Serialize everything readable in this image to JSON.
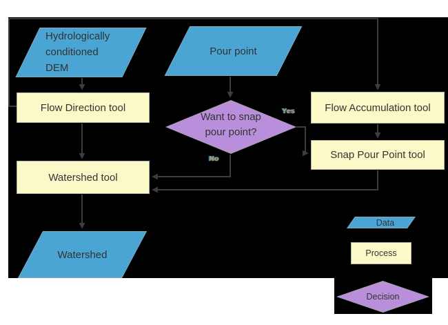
{
  "nodes": {
    "dem": {
      "type": "data",
      "lines": [
        "Hydrologically",
        "conditioned",
        "DEM"
      ]
    },
    "pour_point": {
      "type": "data",
      "label": "Pour point"
    },
    "flow_direction": {
      "type": "process",
      "label": "Flow Direction tool"
    },
    "flow_accumulation": {
      "type": "process",
      "label": "Flow Accumulation tool"
    },
    "snap_pour_point": {
      "type": "process",
      "label": "Snap Pour Point tool"
    },
    "decision_snap": {
      "type": "decision",
      "lines": [
        "Want to snap",
        "pour point?"
      ]
    },
    "watershed_tool": {
      "type": "process",
      "label": "Watershed tool"
    },
    "watershed": {
      "type": "data",
      "label": "Watershed"
    }
  },
  "edges": [
    {
      "from": "dem",
      "to": "flow_direction"
    },
    {
      "from": "flow_direction",
      "to": "flow_accumulation"
    },
    {
      "from": "flow_direction",
      "to": "watershed_tool"
    },
    {
      "from": "pour_point",
      "to": "decision_snap"
    },
    {
      "from": "decision_snap",
      "to": "snap_pour_point",
      "label": "Yes"
    },
    {
      "from": "decision_snap",
      "to": "watershed_tool",
      "label": "No"
    },
    {
      "from": "flow_accumulation",
      "to": "snap_pour_point"
    },
    {
      "from": "snap_pour_point",
      "to": "watershed_tool"
    },
    {
      "from": "watershed_tool",
      "to": "watershed"
    }
  ],
  "edge_labels": {
    "yes": "Yes",
    "no": "No"
  },
  "legend": {
    "data": "Data",
    "process": "Process",
    "decision": "Decision"
  },
  "colors": {
    "data_fill": "#4aa5d4",
    "process_fill": "#fbf9c8",
    "decision_fill": "#b98fdb",
    "diagram_background": "#000000",
    "connector": "#3d3d40",
    "page_background": "#ffffff",
    "text": "#333333"
  }
}
